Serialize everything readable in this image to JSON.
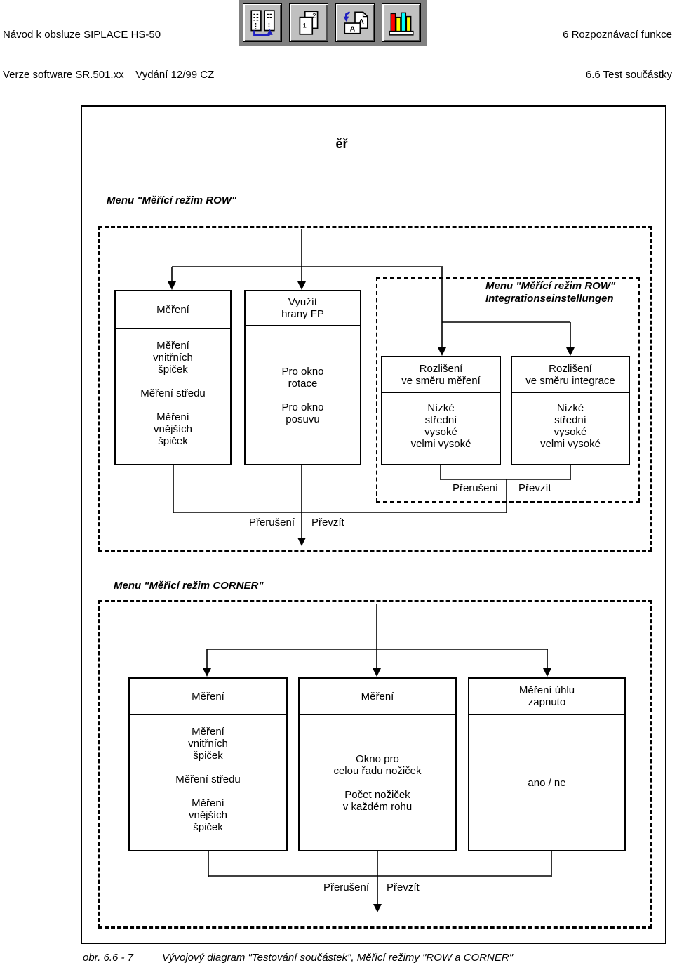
{
  "header": {
    "left_line1": "Návod k obsluze SIPLACE HS-50",
    "left_line2": "Verze software SR.501.xx    Vydání 12/99 CZ",
    "right_line1": "6 Rozpoznávací funkce",
    "right_line2": "6.6 Test součástky"
  },
  "toolbar": {
    "icons": [
      {
        "name": "panel-transfer-icon"
      },
      {
        "name": "pages-order-icon"
      },
      {
        "name": "page-sort-icon"
      },
      {
        "name": "books-icon"
      }
    ],
    "colors": {
      "panel_bg": "#808080",
      "button_bg": "#c0c0c0",
      "arrow_blue": "#2020c0",
      "book_red": "#ff0000",
      "book_yellow": "#ffff00",
      "book_cyan": "#00ffff"
    }
  },
  "diagram": {
    "title": "ěř",
    "row": {
      "menu_label": "Menu \"Měřící režim ROW\"",
      "box_measure": {
        "header": "Měření",
        "body": "Měření\nvnitřních\nšpiček\n\nMěření středu\n\nMěření\nvnějších\nšpiček"
      },
      "box_edges": {
        "header": "Využít\nhrany FP",
        "body": "Pro okno\nrotace\n\nPro okno\nposuvu"
      },
      "integration": {
        "label": "Menu \"Měřící režim ROW\"\nIntegrationseinstellungen",
        "box_res_measure": {
          "header": "Rozlišení\nve směru měření",
          "body": "Nízké\nstřední\nvysoké\nvelmi vysoké"
        },
        "box_res_integration": {
          "header": "Rozlišení\nve směru integrace",
          "body": "Nízké\nstřední\nvysoké\nvelmi vysoké"
        },
        "cancel_label": "Přerušení",
        "accept_label": "Převzít"
      },
      "cancel_label": "Přerušení",
      "accept_label": "Převzít"
    },
    "corner": {
      "menu_label": "Menu \"Měřicí režim CORNER\"",
      "box_measure": {
        "header": "Měření",
        "body": "Měření\nvnitřních\nšpiček\n\nMěření středu\n\nMěření\nvnějších\nšpiček"
      },
      "box_window": {
        "header": "Měření",
        "body": "Okno pro\ncelou řadu nožiček\n\nPočet nožiček\nv každém rohu"
      },
      "box_angle": {
        "header": "Měření úhlu\nzapnuto",
        "body": "ano / ne"
      },
      "cancel_label": "Přerušení",
      "accept_label": "Převzít"
    }
  },
  "footer": {
    "figure_ref": "obr. 6.6 - 7",
    "caption": "Vývojový diagram \"Testování součástek\", Měřicí režimy \"ROW a CORNER\""
  }
}
